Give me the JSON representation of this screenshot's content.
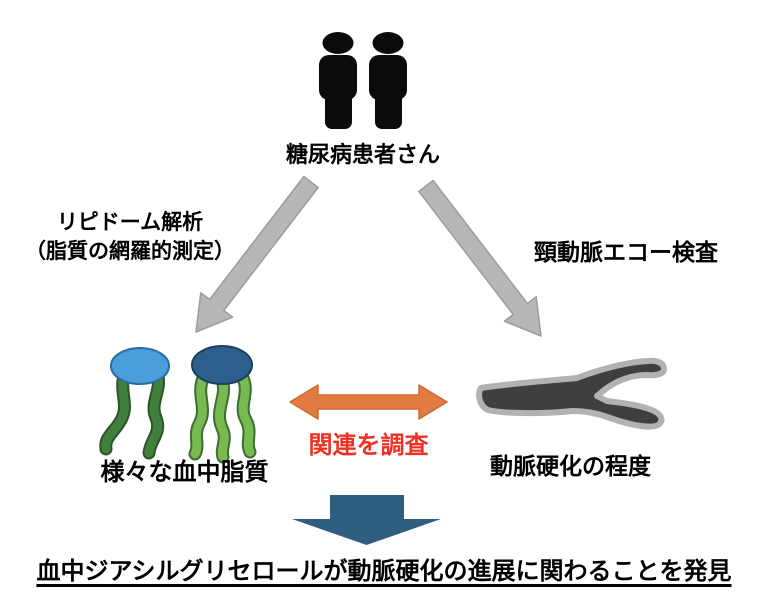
{
  "diagram": {
    "patients_label": "糖尿病患者さん",
    "left_method_line1": "リピドーム解析",
    "left_method_line2": "（脂質の網羅的測定）",
    "right_method_label": "頸動脈エコー検査",
    "lipids_label": "様々な血中脂質",
    "relation_label": "関連を調査",
    "artery_label": "動脈硬化の程度",
    "conclusion_label": "血中ジアシルグリセロールが動脈硬化の進展に関わることを発見"
  },
  "icons": {
    "people": "people-icon",
    "diagonal_arrow_left": "diagonal-arrow-down-left-icon",
    "diagonal_arrow_right": "diagonal-arrow-down-right-icon",
    "lipid_molecules": "lipid-molecules-icon",
    "artery": "artery-icon",
    "relation_arrow": "double-headed-arrow-icon",
    "conclusion_arrow": "down-arrow-icon"
  },
  "colors": {
    "background": "#ffffff",
    "text_black": "#000000",
    "person_black": "#0b0b0b",
    "gray_arrow_fill": "#b7b7b7",
    "gray_arrow_border": "#9c9c9c",
    "lipid_head_light_blue": "#4a9ed9",
    "lipid_head_light_blue_border": "#2a6da4",
    "lipid_head_dark_blue": "#2d5f8c",
    "lipid_head_dark_blue_border": "#1c3e5c",
    "tail_dark_green": "#41803c",
    "tail_dark_green_border": "#2b5527",
    "tail_light_green": "#79ba50",
    "tail_light_green_border": "#3a6e33",
    "artery_fill": "#3f3f3f",
    "artery_outline": "#b2b2b2",
    "relation_arrow_orange": "#e17b42",
    "relation_arrow_border": "#cf6a2f",
    "relation_text_red": "#ee3124",
    "conclusion_arrow_blue": "#2e5d80"
  }
}
